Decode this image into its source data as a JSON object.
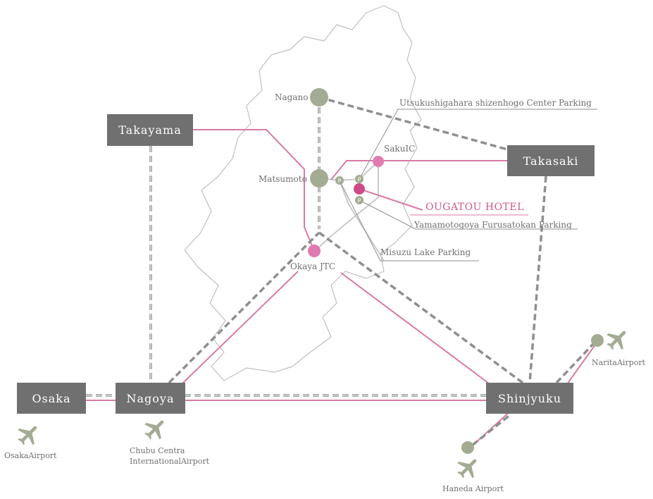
{
  "colors": {
    "box": "#707070",
    "pink_route": "#d97aa6",
    "gray_route": "#8f8f8f",
    "green_node": "#a3ac93",
    "pink_node": "#e07bb0",
    "hotel_node": "#cf4b85",
    "outline": "#bfbfbf",
    "thin_road": "#c9c9c9"
  },
  "cities": {
    "takayama": "Takayama",
    "takasaki": "Takasaki",
    "osaka": "Osaka",
    "nagoya": "Nagoya",
    "shinjyuku": "Shinjyuku"
  },
  "places": {
    "nagano": "Nagano",
    "matsumoto": "Matsumoto",
    "saku_ic": "SakuIC",
    "okaya_jtc": "Okaya JTC"
  },
  "hotel": "OUGATOU HOTEL",
  "parking": {
    "utsukushigahara": "Utsukushigahara shizenhogo Center Parking",
    "yamamotogoya": "Yamamotogoya Furusatokan Parking",
    "misuzu": "Misuzu Lake Parking",
    "marker": "P"
  },
  "airports": {
    "osaka": "OsakaAirport",
    "chubu_line1": "Chubu Centra",
    "chubu_line2": "InternationalAirport",
    "narita": "NaritaAirport",
    "haneda": "Haneda Airport"
  },
  "icons": [
    "airplane-icon",
    "parking-icon"
  ]
}
